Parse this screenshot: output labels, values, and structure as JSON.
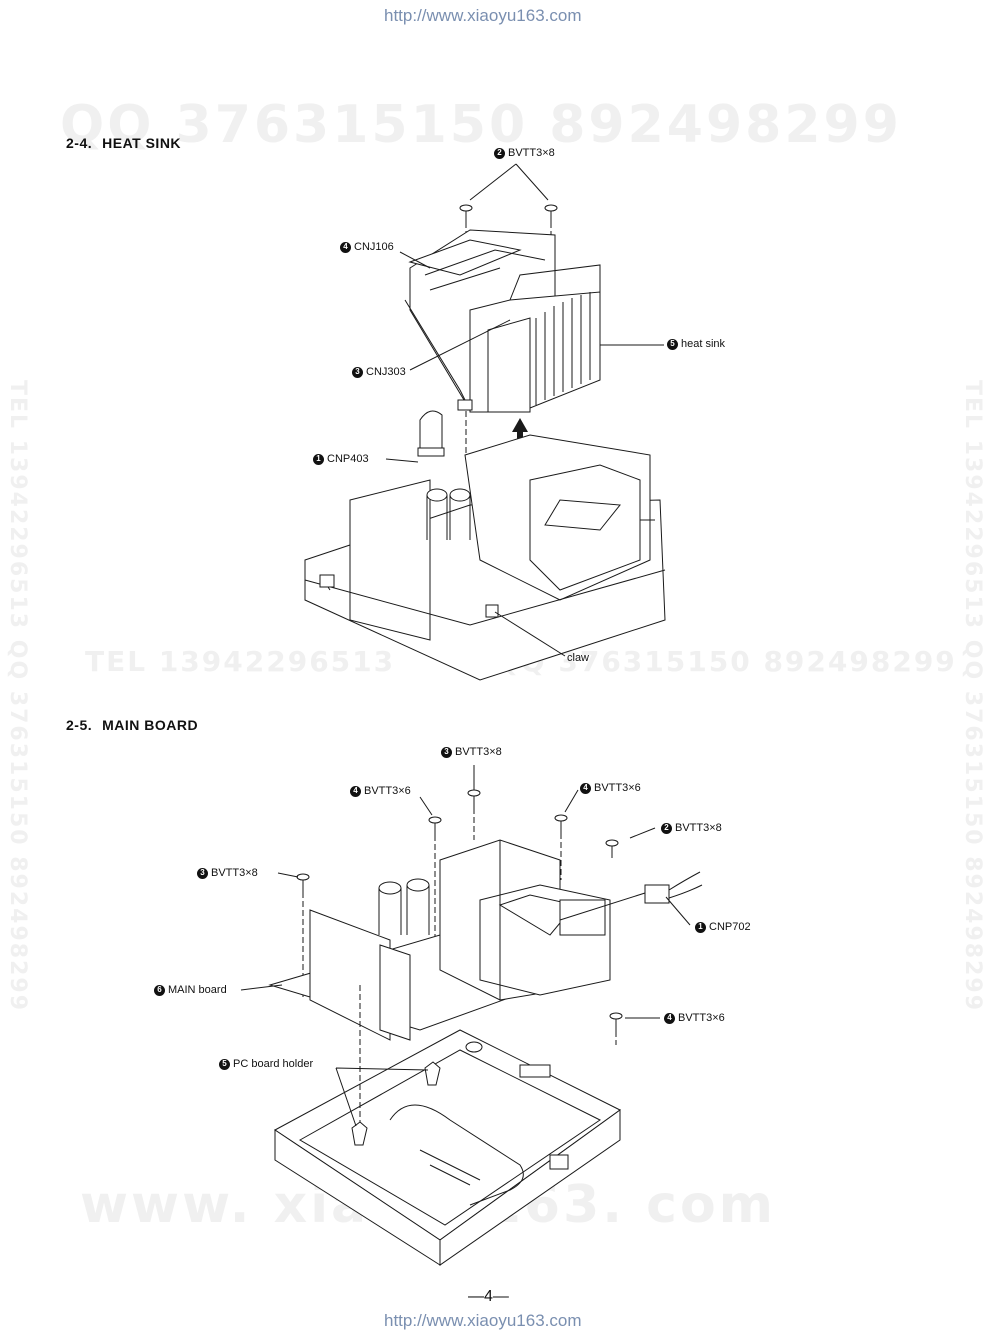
{
  "header_url": "http://www.xiaoyu163.com",
  "footer_url": "http://www.xiaoyu163.com",
  "watermarks": {
    "qq_line": "QQ 376315150   892498299",
    "tel_line": "TEL  13942296513",
    "mid_line": "QQ  376315150  892498299",
    "site": "www. xiaoyu163. com",
    "vertical": "TEL  13942296513  QQ  376315150  892498299"
  },
  "section_heat_sink": {
    "number": "2-4.",
    "title": "HEAT SINK",
    "callouts": [
      {
        "badge": "2",
        "text": "BVTT3×8"
      },
      {
        "badge": "4",
        "text": "CNJ106"
      },
      {
        "badge": "5",
        "text": "heat sink"
      },
      {
        "badge": "3",
        "text": "CNJ303"
      },
      {
        "badge": "1",
        "text": "CNP403"
      },
      {
        "badge": "",
        "text": "claw"
      }
    ]
  },
  "section_main_board": {
    "number": "2-5.",
    "title": "MAIN BOARD",
    "callouts": [
      {
        "badge": "3",
        "text": "BVTT3×8"
      },
      {
        "badge": "4",
        "text": "BVTT3×6"
      },
      {
        "badge": "4",
        "text": "BVTT3×6"
      },
      {
        "badge": "2",
        "text": "BVTT3×8"
      },
      {
        "badge": "3",
        "text": "BVTT3×8"
      },
      {
        "badge": "1",
        "text": "CNP702"
      },
      {
        "badge": "6",
        "text": "MAIN board"
      },
      {
        "badge": "4",
        "text": "BVTT3×6"
      },
      {
        "badge": "5",
        "text": "PC board holder"
      }
    ]
  },
  "page_number": "—4—"
}
